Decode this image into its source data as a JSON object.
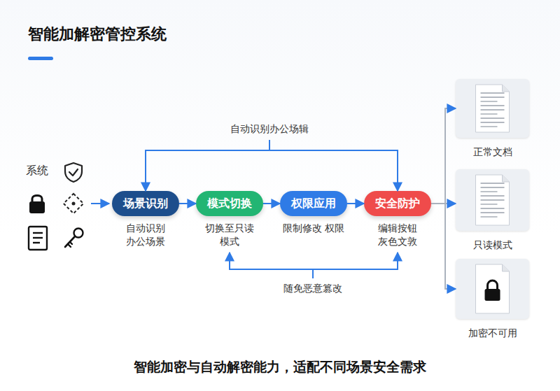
{
  "diagram": {
    "title": "智能加解密管控系统",
    "caption": "智能加密与自动解密能力，适配不同场景安全需求",
    "nodes": [
      {
        "text": [
          "场景识别",
          "自动识别 办公场景"
        ]
      },
      {
        "text": [
          "模式切换",
          "切换至只读 模式"
        ]
      },
      {
        "text": [
          "权限应用",
          "限制修改 权限"
        ]
      },
      {
        "text": [
          "安全防护",
          "编辑按钮 灰色文敦"
        ]
      },
      {
        "text": [
          "正常文档"
        ]
      },
      {
        "text": [
          "只读模式"
        ]
      },
      {
        "text": [
          "加密不可用"
        ]
      }
    ],
    "edges": [
      {
        "from": 0,
        "to": 1,
        "arrow": "to"
      },
      {
        "from": 1,
        "to": 2,
        "arrow": "to"
      },
      {
        "from": 2,
        "to": 3,
        "arrow": "to"
      },
      {
        "from": 0,
        "to": 3,
        "label": "自动识别办公场辑",
        "arrow": "both"
      },
      {
        "from": 1,
        "to": 3,
        "label": "随免恶意篡改",
        "arrow": "both"
      },
      {
        "from": 3,
        "to": 4,
        "arrow": "to"
      },
      {
        "from": 3,
        "to": 5,
        "arrow": "to"
      },
      {
        "from": 3,
        "to": 6,
        "arrow": "to"
      }
    ],
    "labels": [
      "系统"
    ]
  }
}
